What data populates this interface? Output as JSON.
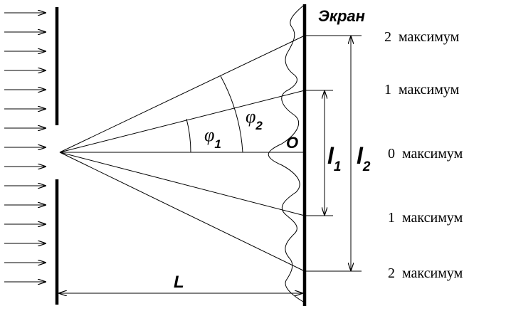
{
  "screen_label": "Экран",
  "center_label": "O",
  "distance_label": "L",
  "angle_labels": {
    "phi1": {
      "symbol": "φ",
      "sub": "1"
    },
    "phi2": {
      "symbol": "φ",
      "sub": "2"
    }
  },
  "length_labels": {
    "l1": {
      "symbol": "l",
      "sub": "1"
    },
    "l2": {
      "symbol": "l",
      "sub": "2"
    }
  },
  "maxima_labels": [
    "2  максимум",
    "1  максимум",
    "0  максимум",
    "1  максимум",
    "2  максимум"
  ]
}
